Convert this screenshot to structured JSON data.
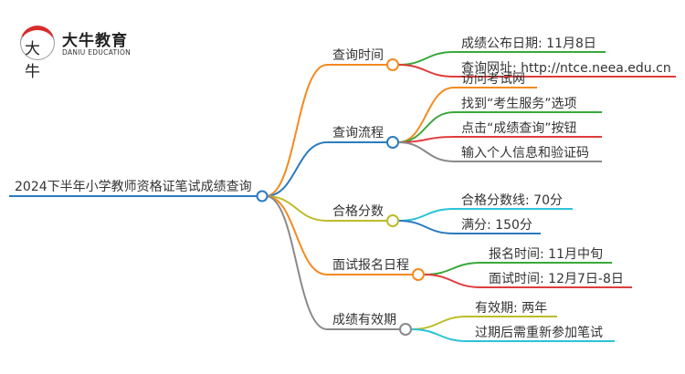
{
  "logo": {
    "glyph": "大牛",
    "name_cn": "大牛教育",
    "name_en": "DANIU EDUCATION"
  },
  "root": {
    "label": "2024下半年小学教师资格证笔试成绩查询",
    "color": "#2b7bbf"
  },
  "branches": [
    {
      "label": "查询时间",
      "color": "#f58a1f",
      "children": [
        {
          "label": "成绩公布日期: 11月8日",
          "color": "#3aa83a"
        },
        {
          "label": "查询网址: http://ntce.neea.edu.cn",
          "color": "#e03c3c"
        }
      ]
    },
    {
      "label": "查询流程",
      "color": "#2b7bbf",
      "children": [
        {
          "label": "访问考试网",
          "color": "#f58a1f"
        },
        {
          "label": "找到“考生服务”选项",
          "color": "#3aa83a"
        },
        {
          "label": "点击“成绩查询”按钮",
          "color": "#e03c3c"
        },
        {
          "label": "输入个人信息和验证码",
          "color": "#8a8a8a"
        }
      ]
    },
    {
      "label": "合格分数",
      "color": "#bcbc2a",
      "children": [
        {
          "label": "合格分数线: 70分",
          "color": "#2cc3d8"
        },
        {
          "label": "满分: 150分",
          "color": "#2b7bbf"
        }
      ]
    },
    {
      "label": "面试报名日程",
      "color": "#f58a1f",
      "children": [
        {
          "label": "报名时间: 11月中旬",
          "color": "#3aa83a"
        },
        {
          "label": "面试时间: 12月7日-8日",
          "color": "#e03c3c"
        }
      ]
    },
    {
      "label": "成绩有效期",
      "color": "#8a8a8a",
      "children": [
        {
          "label": "有效期: 两年",
          "color": "#bcbc2a"
        },
        {
          "label": "过期后需重新参加笔试",
          "color": "#2cc3d8"
        }
      ]
    }
  ]
}
